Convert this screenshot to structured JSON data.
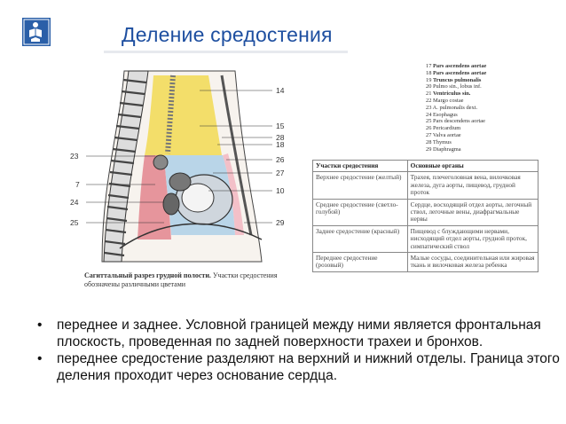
{
  "header": {
    "logo_icon": "reading-person-logo-icon",
    "title": "Деление средостения"
  },
  "figure": {
    "labels_right": [
      "14",
      "15",
      "28",
      "18",
      "26",
      "27",
      "10",
      "29"
    ],
    "labels_left": [
      "23",
      "7",
      "24",
      "25"
    ],
    "caption_bold": "Сагиттальный разрез грудной полости.",
    "caption_rest": " Участки средостения обозначены различными цветами",
    "colors": {
      "upper": "#f2dc5b",
      "middle": "#b9d5e8",
      "posterior": "#e6959c",
      "anterior": "#f3c0c8"
    }
  },
  "legend": [
    {
      "num": "17",
      "text": "Pars ascendens aortae",
      "bold": true
    },
    {
      "num": "18",
      "text": "Pars ascendens aortae",
      "bold": true
    },
    {
      "num": "19",
      "text": "Truncus pulmonalis",
      "bold": true
    },
    {
      "num": "20",
      "text": "Pulmo sin., lobus inf.",
      "bold": false
    },
    {
      "num": "21",
      "text": "Ventriculus sin.",
      "bold": true
    },
    {
      "num": "22",
      "text": "Margo costae",
      "bold": false
    },
    {
      "num": "23",
      "text": "A. pulmonalis dext.",
      "bold": false
    },
    {
      "num": "24",
      "text": "Esophagus",
      "bold": false
    },
    {
      "num": "25",
      "text": "Pars descendens aortae",
      "bold": false
    },
    {
      "num": "26",
      "text": "Pericardium",
      "bold": false
    },
    {
      "num": "27",
      "text": "Valva aortae",
      "bold": false
    },
    {
      "num": "28",
      "text": "Thymus",
      "bold": false
    },
    {
      "num": "29",
      "text": "Diaphragma",
      "bold": false
    }
  ],
  "table": {
    "headers": [
      "Участки средостения",
      "Основные органы"
    ],
    "rows": [
      {
        "region": "Верхнее средостение (желтый)",
        "organs": "Трахея, плечеголовная вена, вилочковая железа, дуга аорты, пищевод, грудной проток"
      },
      {
        "region": "Среднее средостение (светло-голубой)",
        "organs": "Сердце, восходящий отдел аорты, легочный ствол, легочные вены, диафрагмальные нервы"
      },
      {
        "region": "Заднее средостение (красный)",
        "organs": "Пищевод с блуждающими нервами, нисходящий отдел аорты, грудной проток, симпатический ствол"
      },
      {
        "region": "Переднее средостение (розовый)",
        "organs": "Малые сосуды, соединительная или жировая ткань и вилочковая железа ребенка"
      }
    ]
  },
  "bullets": [
    "переднее и заднее. Условной границей между ними является фронтальная плоскость, проведенная по задней поверхности трахеи и бронхов.",
    "переднее средостение разделяют на верхний и нижний отделы. Граница этого деления проходит через основание сердца."
  ],
  "bullet_char": "•"
}
